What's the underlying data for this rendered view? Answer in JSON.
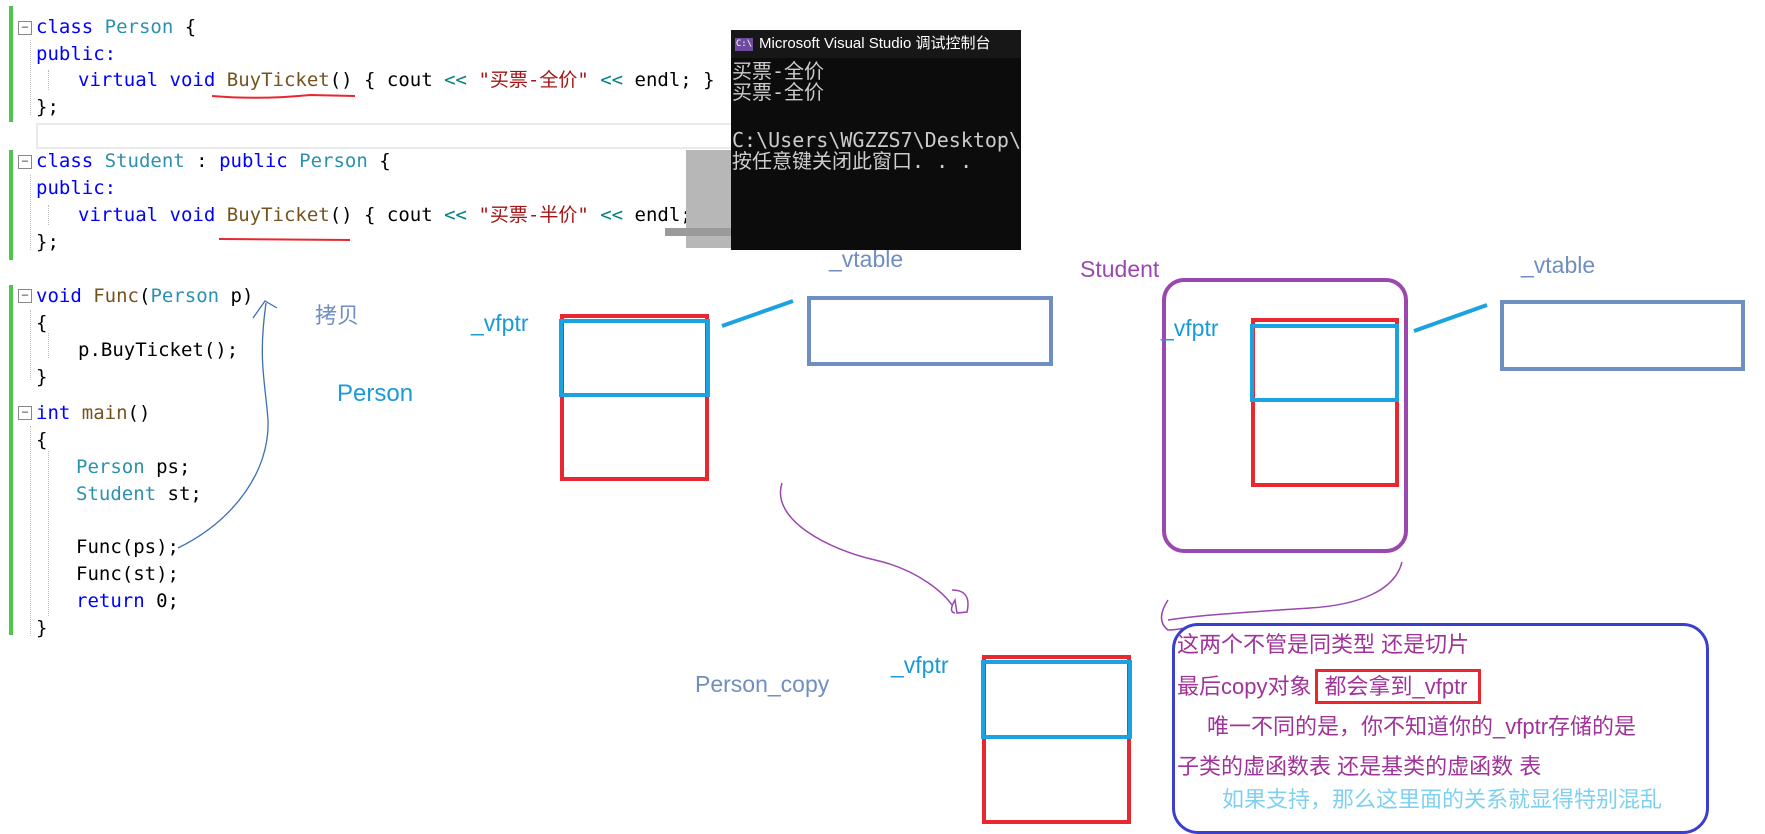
{
  "code": {
    "line1": {
      "kw": "class",
      "name": "Person",
      "rest": " {"
    },
    "line2": "public:",
    "line3": {
      "virtual": "virtual",
      "void": "void",
      "func": "BuyTicket",
      "paren": "()",
      "cout": " { cout ",
      "op": "<<",
      "str": " \"买票-全价\" ",
      "op2": "<<",
      "tail": " endl; }"
    },
    "line4": "};",
    "line5": {
      "kw": "class",
      "name": "Student",
      "colon": " : ",
      "pub": "public",
      "base": "Person",
      "rest": " {"
    },
    "line6": "public:",
    "line7": {
      "virtual": "virtual",
      "void": "void",
      "func": "BuyTicket",
      "paren": "()",
      "cout": " { cout ",
      "op": "<<",
      "str": " \"买票-半价\" ",
      "op2": "<<",
      "tail": " endl; }"
    },
    "line8": "};",
    "line9": {
      "kw": "void",
      "func": "Func",
      "open": "(",
      "type": "Person",
      "rest": " p)"
    },
    "line10": "{",
    "line11": "p.BuyTicket();",
    "line12": "}",
    "line13": {
      "kw": "int",
      "func": "main",
      "rest": "()"
    },
    "line14": "{",
    "line15": {
      "type": "Person",
      "rest": " ps;"
    },
    "line16": {
      "type": "Student",
      "rest": " st;"
    },
    "line17": "Func(ps);",
    "line18": "Func(st);",
    "line19": {
      "kw": "return",
      "rest": " 0;"
    },
    "line20": "}"
  },
  "console": {
    "icon": "C:\\",
    "title": "Microsoft Visual Studio 调试控制台",
    "lines": [
      "买票-全价",
      "买票-全价",
      "",
      "C:\\Users\\WGZZS7\\Desktop\\",
      "按任意键关闭此窗口. . ."
    ]
  },
  "labels": {
    "copy": "拷贝",
    "person": "Person",
    "vfptr1": "_vfptr",
    "vtable1": "_vtable",
    "student": "Student",
    "vfptr2": "_vfptr",
    "vtable2": "_vtable",
    "person_copy": "Person_copy",
    "vfptr3": "_vfptr"
  },
  "notes": {
    "line1": "这两个不管是同类型 还是切片",
    "line2_prefix": "最后copy对象",
    "line2_boxed": "都会拿到_vfptr",
    "line3": "唯一不同的是，你不知道你的_vfptr存储的是",
    "line4": "子类的虚函数表 还是基类的虚函数 表",
    "line5": "如果支持，那么这里面的关系就显得特别混乱"
  },
  "colors": {
    "red": "#e8282e",
    "cyan": "#1aa3e0",
    "slate": "#6f8ec2",
    "purple": "#9b47b0",
    "note_border": "#3b3fcf",
    "note_text": "#a0329a",
    "note_faint": "#7fd0f0"
  }
}
